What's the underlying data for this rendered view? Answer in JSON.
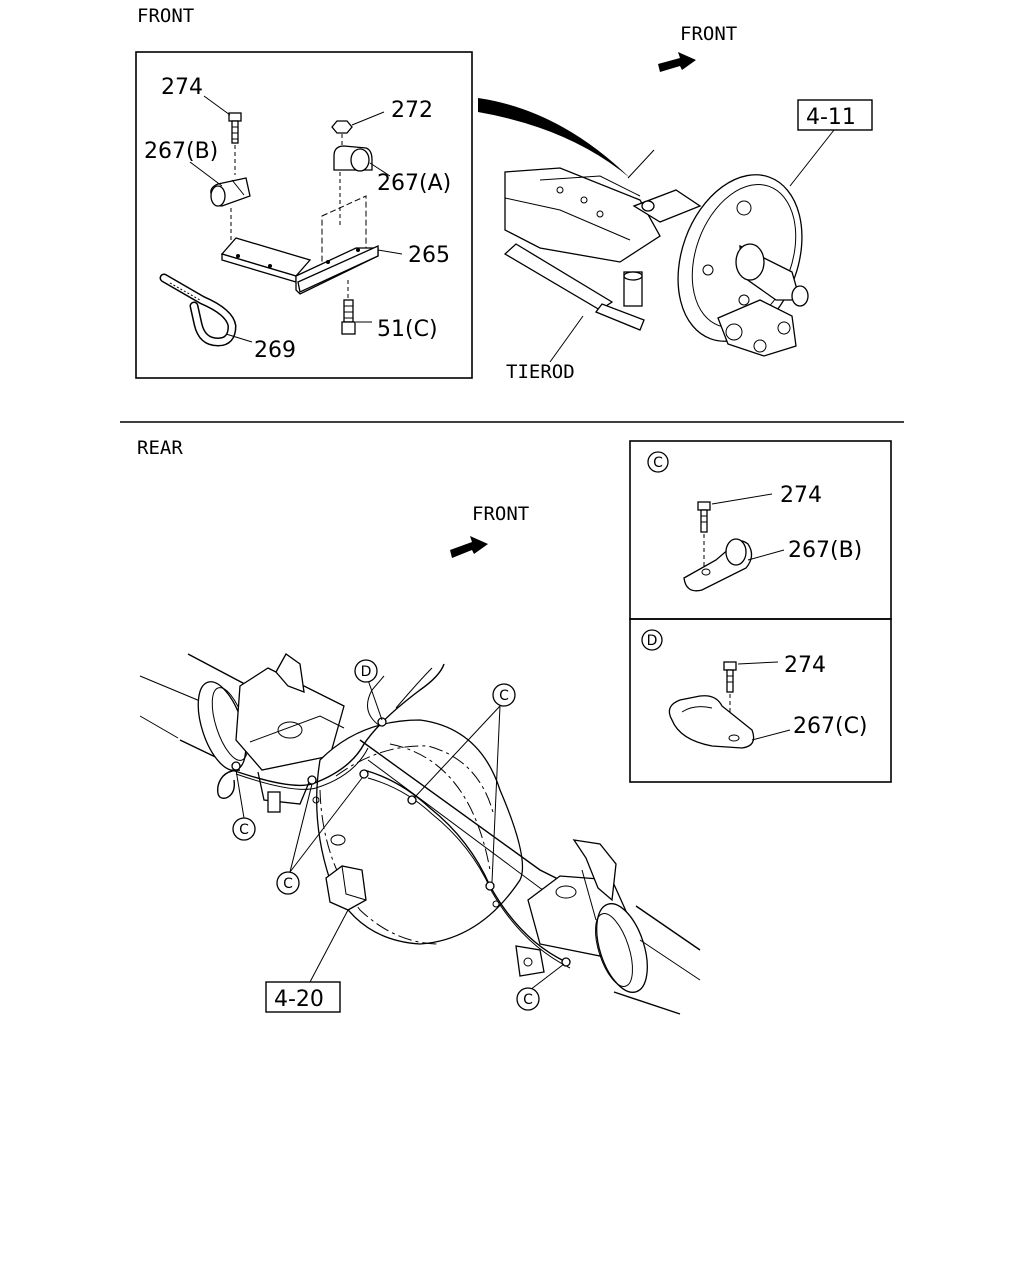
{
  "front_section": {
    "title": "FRONT",
    "inset_labels": {
      "p274": "274",
      "p272": "272",
      "p267b": "267(B)",
      "p267a": "267(A)",
      "p265": "265",
      "p51c": "51(C)",
      "p269": "269"
    },
    "direction_label": "FRONT",
    "ref_box": "4-11",
    "tierod_label": "TIEROD"
  },
  "rear_section": {
    "title": "REAR",
    "direction_label": "FRONT",
    "ref_box": "4-20",
    "callouts": {
      "c": "C",
      "d": "D"
    }
  },
  "detail_c": {
    "marker": "C",
    "p274": "274",
    "p267b": "267(B)"
  },
  "detail_d": {
    "marker": "D",
    "p274": "274",
    "p267c": "267(C)"
  }
}
